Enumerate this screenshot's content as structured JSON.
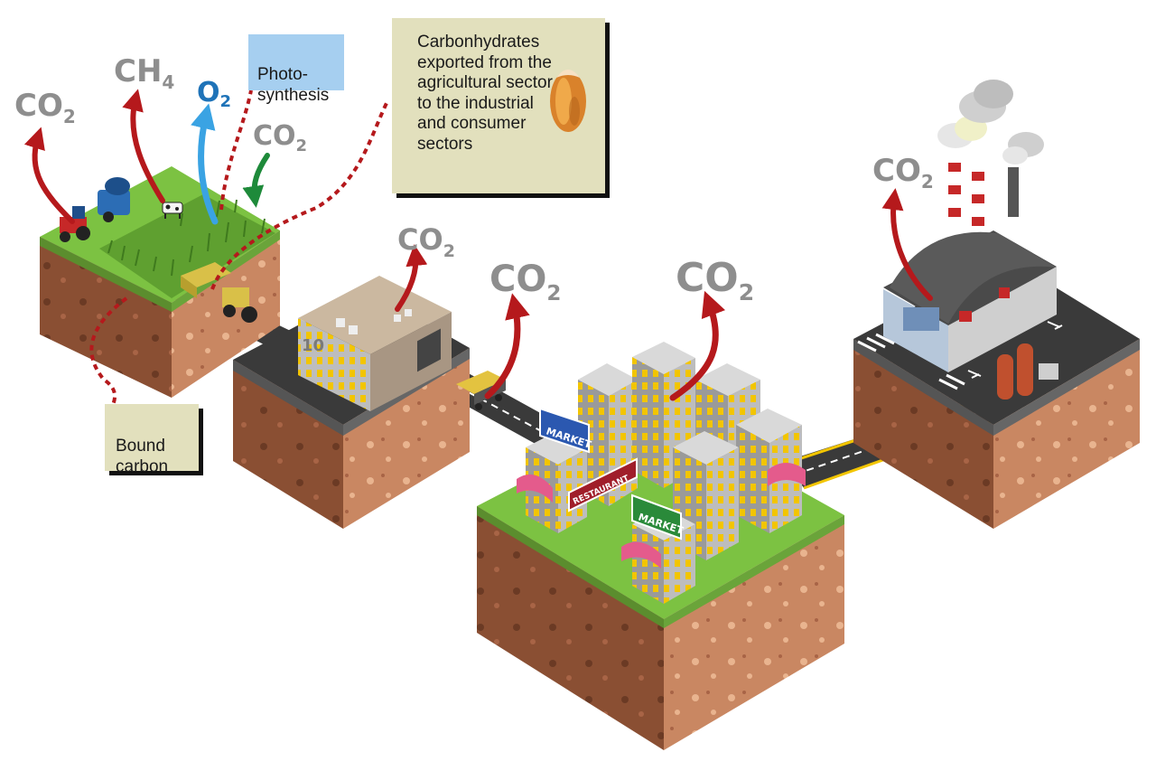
{
  "labels": {
    "photosynthesis": "Photo-\nsynthesis",
    "carbohydrates": "Carbonhydrates exported from the agricultural sector to the industrial and consumer sectors",
    "bound_carbon": "Bound\ncarbon"
  },
  "gases": {
    "co2_farm": "CO",
    "co2_farm_sub": "2",
    "ch4": "CH",
    "ch4_sub": "4",
    "o2": "O",
    "o2_sub": "2",
    "co2_uptake": "CO",
    "co2_uptake_sub": "2",
    "co2_processing": "CO",
    "co2_processing_sub": "2",
    "co2_transport": "CO",
    "co2_transport_sub": "2",
    "co2_city": "CO",
    "co2_city_sub": "2",
    "co2_factory": "CO",
    "co2_factory_sub": "2"
  },
  "signs": {
    "market_1": "MARKET",
    "restaurant": "RESTAURANT",
    "market_2": "MARKET",
    "building_number": "10"
  },
  "colors": {
    "emission_arrow": "#b5191c",
    "oxygen_arrow": "#3aa3e3",
    "uptake_arrow": "#1e8a3a",
    "connector": "#b5191c",
    "grass": "#7cc242",
    "soil": "#c98762",
    "road": "#3a3a3a"
  }
}
